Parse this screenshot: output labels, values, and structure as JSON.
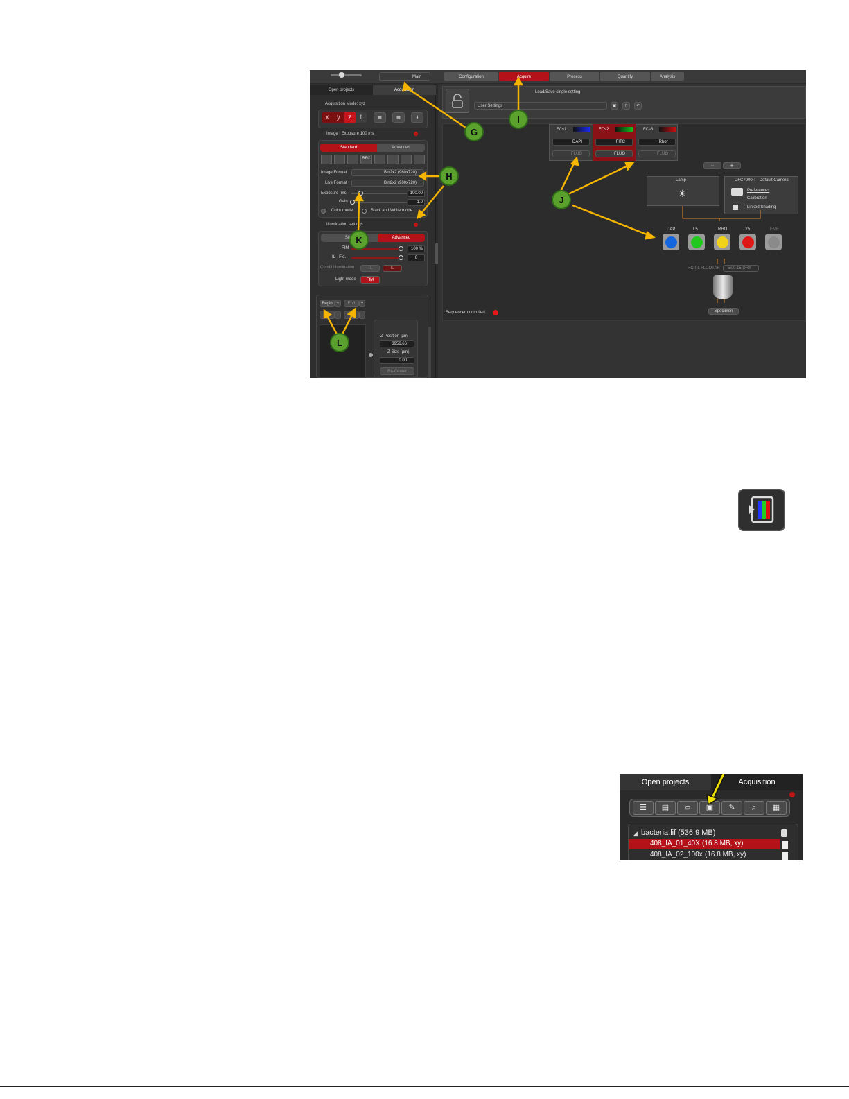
{
  "topbar": {
    "main_label": "Main",
    "tabs": [
      "Configuration",
      "Acquire",
      "Process",
      "Quantify",
      "Analysis"
    ]
  },
  "left_panel": {
    "tab_open_projects": "Open projects",
    "tab_acquisition": "Acquisition",
    "acquisition_mode": "Acquisition Mode: xyz",
    "axes": [
      "x",
      "y",
      "z",
      "t"
    ],
    "image_section_title": "Image | Exposure 100 ms",
    "mode_tab_standard": "Standard",
    "mode_tab_advanced": "Advanced",
    "rfc_label": "RFC",
    "image_format_label": "Image Format",
    "image_format_value": "Bin2x2 (960x720)",
    "live_format_label": "Live Format",
    "live_format_value": "Bin2x2 (960x720)",
    "exposure_label": "Exposure [ms]",
    "exposure_value": "100.00",
    "gain_label": "Gain",
    "gain_value": "1.0",
    "color_mode_label": "Color mode",
    "bw_mode_label": "Black and White mode",
    "illum_title": "Illumination settings",
    "illum_tab_standard": "Stan",
    "illum_tab_advanced": "Advanced",
    "fim_label": "FIM",
    "fim_value": "100 %",
    "il_field_label": "IL - Fld.",
    "il_field_value": "6",
    "combi_label": "Combi Illumination",
    "combi_tl": "TL",
    "combi_il": "IL",
    "light_mode_label": "Light mode",
    "light_mode_value": "FIM",
    "begin_label": "Begin",
    "end_label": "End",
    "z_position_label": "Z-Position [µm]",
    "z_position_value": "3956.66",
    "z_size_label": "Z-Size [µm]",
    "z_size_value": "0.00",
    "recenter_label": "Re-Center"
  },
  "main_panel": {
    "load_save_title": "Load/Save single setting",
    "user_settings": "User Settings",
    "channels": [
      {
        "name": "FCs1",
        "value": "DAPI",
        "mode": "FLUO",
        "color": "#1a2cff"
      },
      {
        "name": "FCs2",
        "value": "FITC",
        "mode": "FLUO",
        "color": "#12c21a"
      },
      {
        "name": "FCs3",
        "value": "Rho*",
        "mode": "FLUO",
        "color": "#d01010"
      }
    ],
    "minus_label": "−",
    "plus_label": "+",
    "lamp_title": "Lamp",
    "camera_title": "DFC7000 T | Default Camera",
    "preferences_link": "Preferences",
    "calibration_link": "Calibration",
    "linked_shading_label": "Linked Shading",
    "filters": [
      {
        "label": "DAP",
        "color": "#1565e0"
      },
      {
        "label": "L5",
        "color": "#22c81e"
      },
      {
        "label": "RHO",
        "color": "#f1d21a"
      },
      {
        "label": "Y5",
        "color": "#e01717"
      },
      {
        "label": "EMF",
        "color": "#8a8a8a"
      }
    ],
    "objective_label": "HC PL FLUOTAR",
    "objective_value": "5x/0.15 DRY",
    "specimen_label": "Specimen",
    "sequencer_label": "Sequencer controlled"
  },
  "callouts": [
    "G",
    "H",
    "I",
    "J",
    "K",
    "L"
  ],
  "bottom_crop": {
    "tab_open_projects": "Open projects",
    "tab_acquisition": "Acquisition",
    "file_name": "bacteria.lif",
    "file_size": "(536.9 MB)",
    "items": [
      {
        "name": "408_IA_01_40X",
        "meta": "(16.8 MB, xy)"
      },
      {
        "name": "408_IA_02_100x",
        "meta": "(16.8 MB, xy)"
      }
    ]
  },
  "colors": {
    "accent_red": "#b31218",
    "callout_green": "#5aa12e",
    "arrow_yellow": "#f5b400"
  }
}
